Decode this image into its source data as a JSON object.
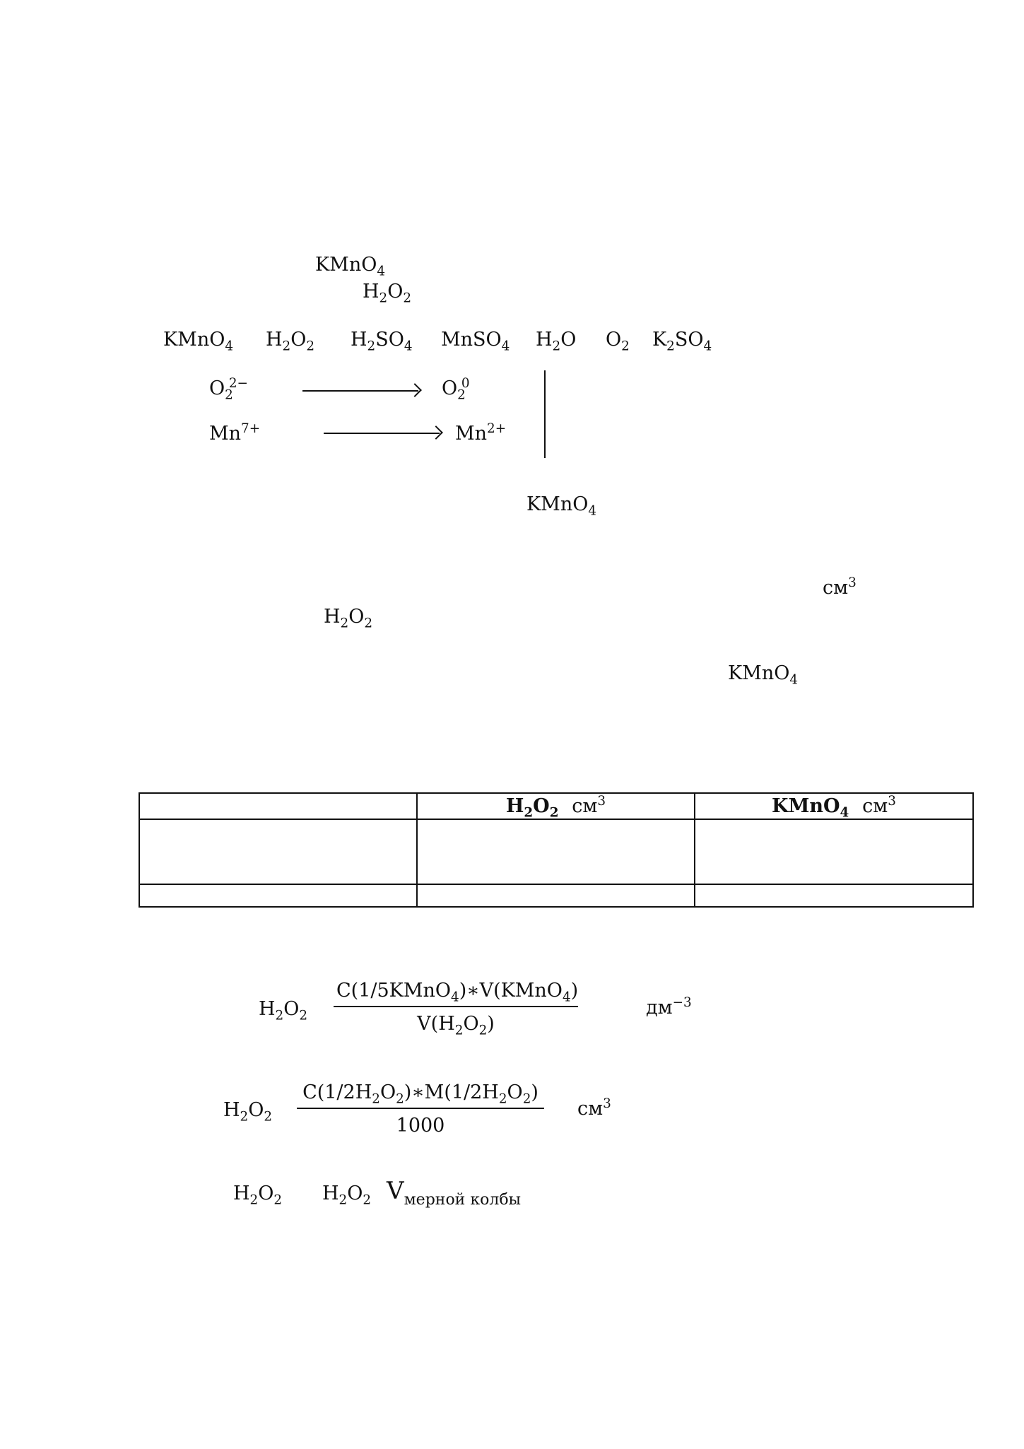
{
  "top": {
    "kmno4": [
      "KMn",
      "O",
      "4"
    ],
    "h2o2": [
      "H",
      "2",
      "O",
      "2"
    ]
  },
  "reaction": {
    "kmno4": [
      "KMn",
      "O",
      "4"
    ],
    "h2o2": [
      "H",
      "2",
      "O",
      "2"
    ],
    "h2so4": [
      "H",
      "2",
      "SO",
      "4"
    ],
    "mnso4": [
      "MnSO",
      "4"
    ],
    "h2o": [
      "H",
      "2",
      "O"
    ],
    "o2": [
      "O",
      "2"
    ],
    "k2so4": [
      "K",
      "2",
      "SO",
      "4"
    ]
  },
  "half_reactions": {
    "ox_left": [
      "O",
      "2",
      "2−"
    ],
    "ox_right": [
      "O",
      "2",
      "0"
    ],
    "red_left": [
      "Mn",
      "7+"
    ],
    "red_right": [
      "Mn",
      "2+"
    ]
  },
  "titrant_label": [
    "KMn",
    "O",
    "4"
  ],
  "volume_unit": [
    "см",
    "3"
  ],
  "sample_label": [
    "H",
    "2",
    "O",
    "2"
  ],
  "burette_label": [
    "KMn",
    "O",
    "4"
  ],
  "table": {
    "col2": [
      "H",
      "2",
      "O",
      "2",
      "см",
      "3"
    ],
    "col3": [
      "KMnO",
      "4",
      "см",
      "3"
    ]
  },
  "formula1": {
    "label": [
      "H",
      "2",
      "O",
      "2"
    ],
    "numerator": [
      "C(1/5KMnO",
      "4",
      ")∗V(KMnO",
      "4",
      ")"
    ],
    "denominator": [
      "V(H",
      "2",
      "O",
      "2",
      ")"
    ],
    "unit": [
      "дм",
      "−3"
    ]
  },
  "formula2": {
    "label": [
      "H",
      "2",
      "O",
      "2"
    ],
    "numerator": [
      "C(1/2H",
      "2",
      "O",
      "2",
      ")∗M(1/2H",
      "2",
      "O",
      "2",
      ")"
    ],
    "denominator": "1000",
    "unit": [
      "см",
      "3"
    ]
  },
  "formula3": {
    "label_a": [
      "H",
      "2",
      "O",
      "2"
    ],
    "label_b": [
      "H",
      "2",
      "O",
      "2"
    ],
    "v_symbol": "V",
    "v_subscript": "мерной колбы"
  }
}
